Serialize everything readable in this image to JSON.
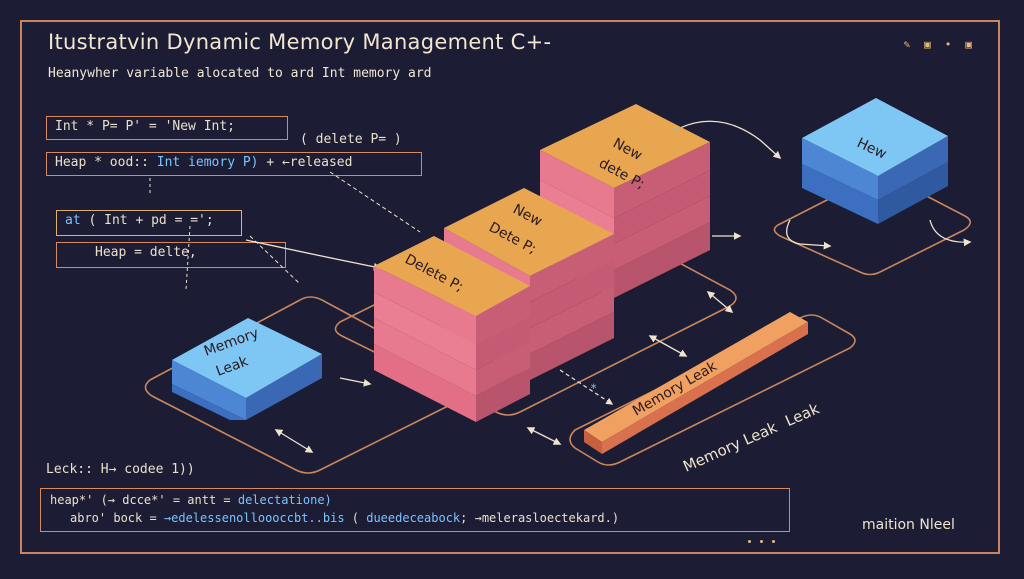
{
  "header": {
    "title": "Itustratvin Dynamic Memory Management  C+-",
    "subtitle": "Heanywher variable alocated to ard Int memory  ard"
  },
  "top_icons": [
    "edit-icon",
    "image-icon",
    "more-icon",
    "lock-icon"
  ],
  "code": {
    "line1": "Int * P=  P'   = 'New Int;",
    "line1_note": "( delete P=  )",
    "line2_prefix": "Heap * ood:: ",
    "line2_highlight": "Int iemory P)",
    "line2_suffix": " + ←released",
    "line3_prefix": "at",
    "line3_rest": " ( Int + pd = =';",
    "line4": "Heap  =  delte,"
  },
  "blocks": {
    "stack_front": "Delete P;",
    "stack_middle_line1": "New",
    "stack_middle_line2": "Dete P;",
    "stack_back_line1": "New",
    "stack_back_line2": "dete P;",
    "new_block": "Hew",
    "memory_leak_block_line1": "Memory",
    "memory_leak_block_line2": "Leak",
    "memory_leak_bar": "Memory Leak",
    "memory_leak_caption1": "Memory Leak",
    "memory_leak_caption2": "Leak"
  },
  "footer": {
    "lock_line": "Leck::  H→ codee 1))",
    "line1_prefix": "heap*' (→ dcce*' = antt =  ",
    "line1_highlight": "delectatione)",
    "line2_prefix": "abro' bock = ",
    "line2_highlight": "→edelessenolloooccbt..bis",
    "line2_mid": " ( ",
    "line2_highlight2": "dueedeceabock",
    "line2_end": "; →melerasloectekard.)",
    "credit": "maition Nleel"
  },
  "colors": {
    "background": "#1c1d35",
    "frame": "#c9865e",
    "orange_top": "#e8a050",
    "pink_side": "#e26f86",
    "blue_top": "#7ec6f4",
    "blue_side": "#3c6fc0",
    "highlight_text": "#79c4ff"
  }
}
